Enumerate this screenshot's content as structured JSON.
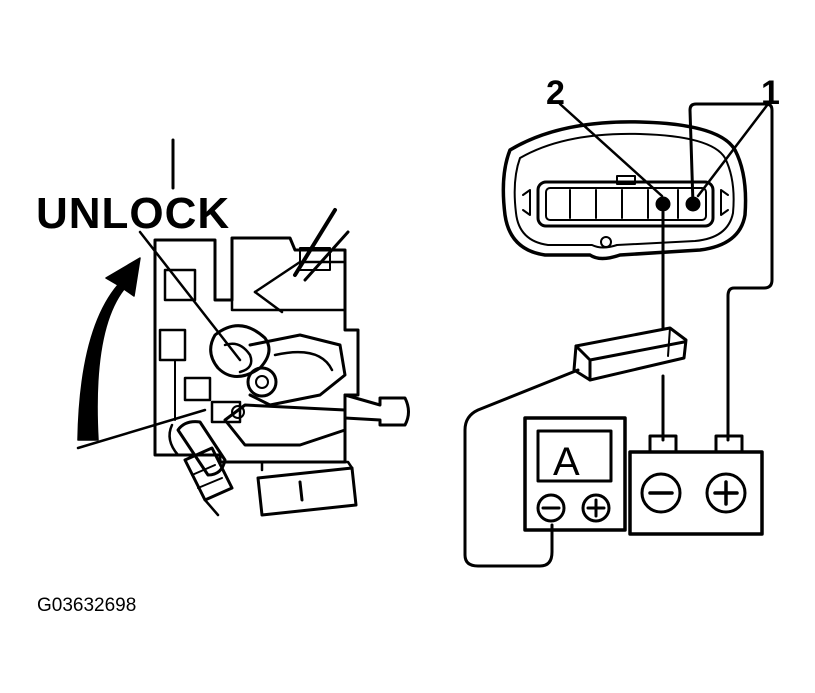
{
  "labels": {
    "unlock": "UNLOCK",
    "terminal_2": "2",
    "terminal_1": "1",
    "ammeter_symbol": "A",
    "figure_id": "G03632698"
  },
  "colors": {
    "ink": "#000000",
    "paper": "#ffffff"
  },
  "icons": {
    "ammeter_minus": "minus-terminal-icon",
    "ammeter_plus": "plus-terminal-icon",
    "battery_minus": "minus-terminal-icon",
    "battery_plus": "plus-terminal-icon"
  }
}
